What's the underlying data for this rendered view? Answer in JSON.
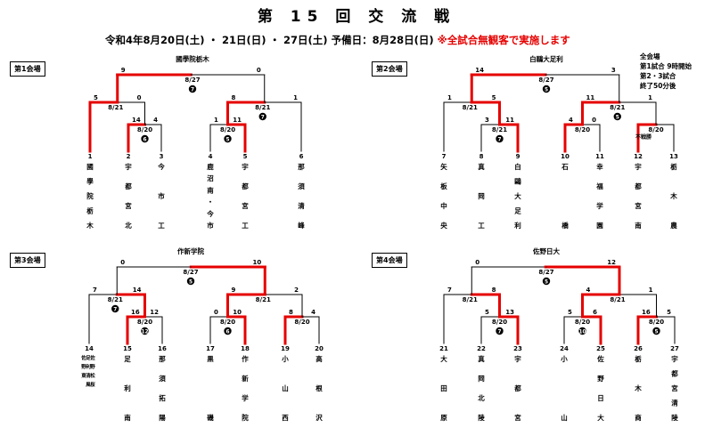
{
  "title": "第 15 回 交 流 戦",
  "date_line": "令和4年8月20日(土) ・ 21日(日) ・ 27日(土) 予備日：8月28日(日)",
  "notice": "※全試合無観客で実施します",
  "note_lines": [
    "全会場",
    "第1試合 9時開始",
    "第2・3試合",
    "終了50分後"
  ],
  "colors": {
    "win_line": "#e60000",
    "line": "#000000",
    "notice": "#e60000"
  },
  "brackets": [
    {
      "venue": "第1会場",
      "host": "國學院栃木",
      "teams": [
        {
          "no": "1",
          "name": "國學院栃木"
        },
        {
          "no": "2",
          "name": "宇都宮北"
        },
        {
          "no": "3",
          "name": "今市工"
        },
        {
          "no": "4",
          "name": "鹿沼南・今市"
        },
        {
          "no": "5",
          "name": "宇都宮工"
        },
        {
          "no": "6",
          "name": "那須清峰"
        }
      ],
      "r1": [
        {
          "date": "8/20",
          "game": "6",
          "s1": "14",
          "s2": "4",
          "w": 1
        },
        {
          "date": "8/20",
          "game": "5",
          "s1": "1",
          "s2": "11",
          "w": 2
        }
      ],
      "sf": [
        {
          "date": "8/21",
          "s1": "5",
          "s2": "0",
          "w": 1
        },
        {
          "date": "8/21",
          "game": "7",
          "s1": "8",
          "s2": "1",
          "w": 1
        }
      ],
      "fin": {
        "date": "8/27",
        "game": "7",
        "s1": "9",
        "s2": "0",
        "w": 1
      },
      "notes": []
    },
    {
      "venue": "第2会場",
      "host": "白鷗大足利",
      "teams": [
        {
          "no": "7",
          "name": "矢板中央"
        },
        {
          "no": "8",
          "name": "真岡工"
        },
        {
          "no": "9",
          "name": "白鷗大足利"
        },
        {
          "no": "10",
          "name": "石橋"
        },
        {
          "no": "11",
          "name": "幸福学園"
        },
        {
          "no": "12",
          "name": "宇都宮南"
        },
        {
          "no": "13",
          "name": "栃木農"
        }
      ],
      "r1": [
        {
          "date": "8/21",
          "game": "7",
          "s1": "3",
          "s2": "11",
          "w": 2
        },
        {
          "date": "8/20",
          "s1": "4",
          "s2": "0",
          "w": 1
        },
        {
          "date": "8/20",
          "s1": "",
          "s2": "",
          "w": 1
        }
      ],
      "sf": [
        {
          "date": "8/21",
          "s1": "1",
          "s2": "5",
          "w": 2
        },
        {
          "date": "8/21",
          "game": "5",
          "s1": "11",
          "s2": "1",
          "w": 1
        }
      ],
      "fin": {
        "date": "8/27",
        "game": "5",
        "s1": "14",
        "s2": "3",
        "w": 1
      },
      "notes": [
        "不戦勝"
      ]
    },
    {
      "venue": "第3会場",
      "host": "作新学院",
      "teams": [
        {
          "no": "14",
          "name": "佐野東・足利清風・佐野松桜"
        },
        {
          "no": "15",
          "name": "足利南"
        },
        {
          "no": "16",
          "name": "那須拓陽"
        },
        {
          "no": "17",
          "name": "黒磯"
        },
        {
          "no": "18",
          "name": "作新学院"
        },
        {
          "no": "19",
          "name": "小山西"
        },
        {
          "no": "20",
          "name": "高根沢"
        }
      ],
      "r1": [
        {
          "date": "8/20",
          "game": "12",
          "s1": "16",
          "s2": "12",
          "w": 1
        },
        {
          "date": "8/20",
          "game": "6",
          "s1": "0",
          "s2": "10",
          "w": 2
        },
        {
          "date": "8/20",
          "s1": "8",
          "s2": "4",
          "w": 1
        }
      ],
      "sf": [
        {
          "date": "8/21",
          "game": "7",
          "s1": "7",
          "s2": "14",
          "w": 2
        },
        {
          "date": "8/21",
          "s1": "9",
          "s2": "2",
          "w": 1
        }
      ],
      "fin": {
        "date": "8/27",
        "game": "5",
        "s1": "0",
        "s2": "10",
        "w": 2
      },
      "notes": []
    },
    {
      "venue": "第4会場",
      "host": "佐野日大",
      "teams": [
        {
          "no": "21",
          "name": "大田原"
        },
        {
          "no": "22",
          "name": "真岡北陵"
        },
        {
          "no": "23",
          "name": "宇都宮"
        },
        {
          "no": "24",
          "name": "小山"
        },
        {
          "no": "25",
          "name": "佐野日大"
        },
        {
          "no": "26",
          "name": "栃木商"
        },
        {
          "no": "27",
          "name": "宇都宮清陵"
        }
      ],
      "r1": [
        {
          "date": "8/20",
          "game": "7",
          "s1": "5",
          "s2": "13",
          "w": 2
        },
        {
          "date": "8/20",
          "game": "10",
          "s1": "5",
          "s2": "6",
          "w": 2
        },
        {
          "date": "8/20",
          "game": "5",
          "s1": "16",
          "s2": "5",
          "w": 1
        }
      ],
      "sf": [
        {
          "date": "8/21",
          "s1": "7",
          "s2": "8",
          "w": 2
        },
        {
          "date": "8/21",
          "s1": "4",
          "s2": "1",
          "w": 1
        }
      ],
      "fin": {
        "date": "8/27",
        "game": "5",
        "s1": "0",
        "s2": "12",
        "w": 2
      },
      "notes": []
    }
  ]
}
